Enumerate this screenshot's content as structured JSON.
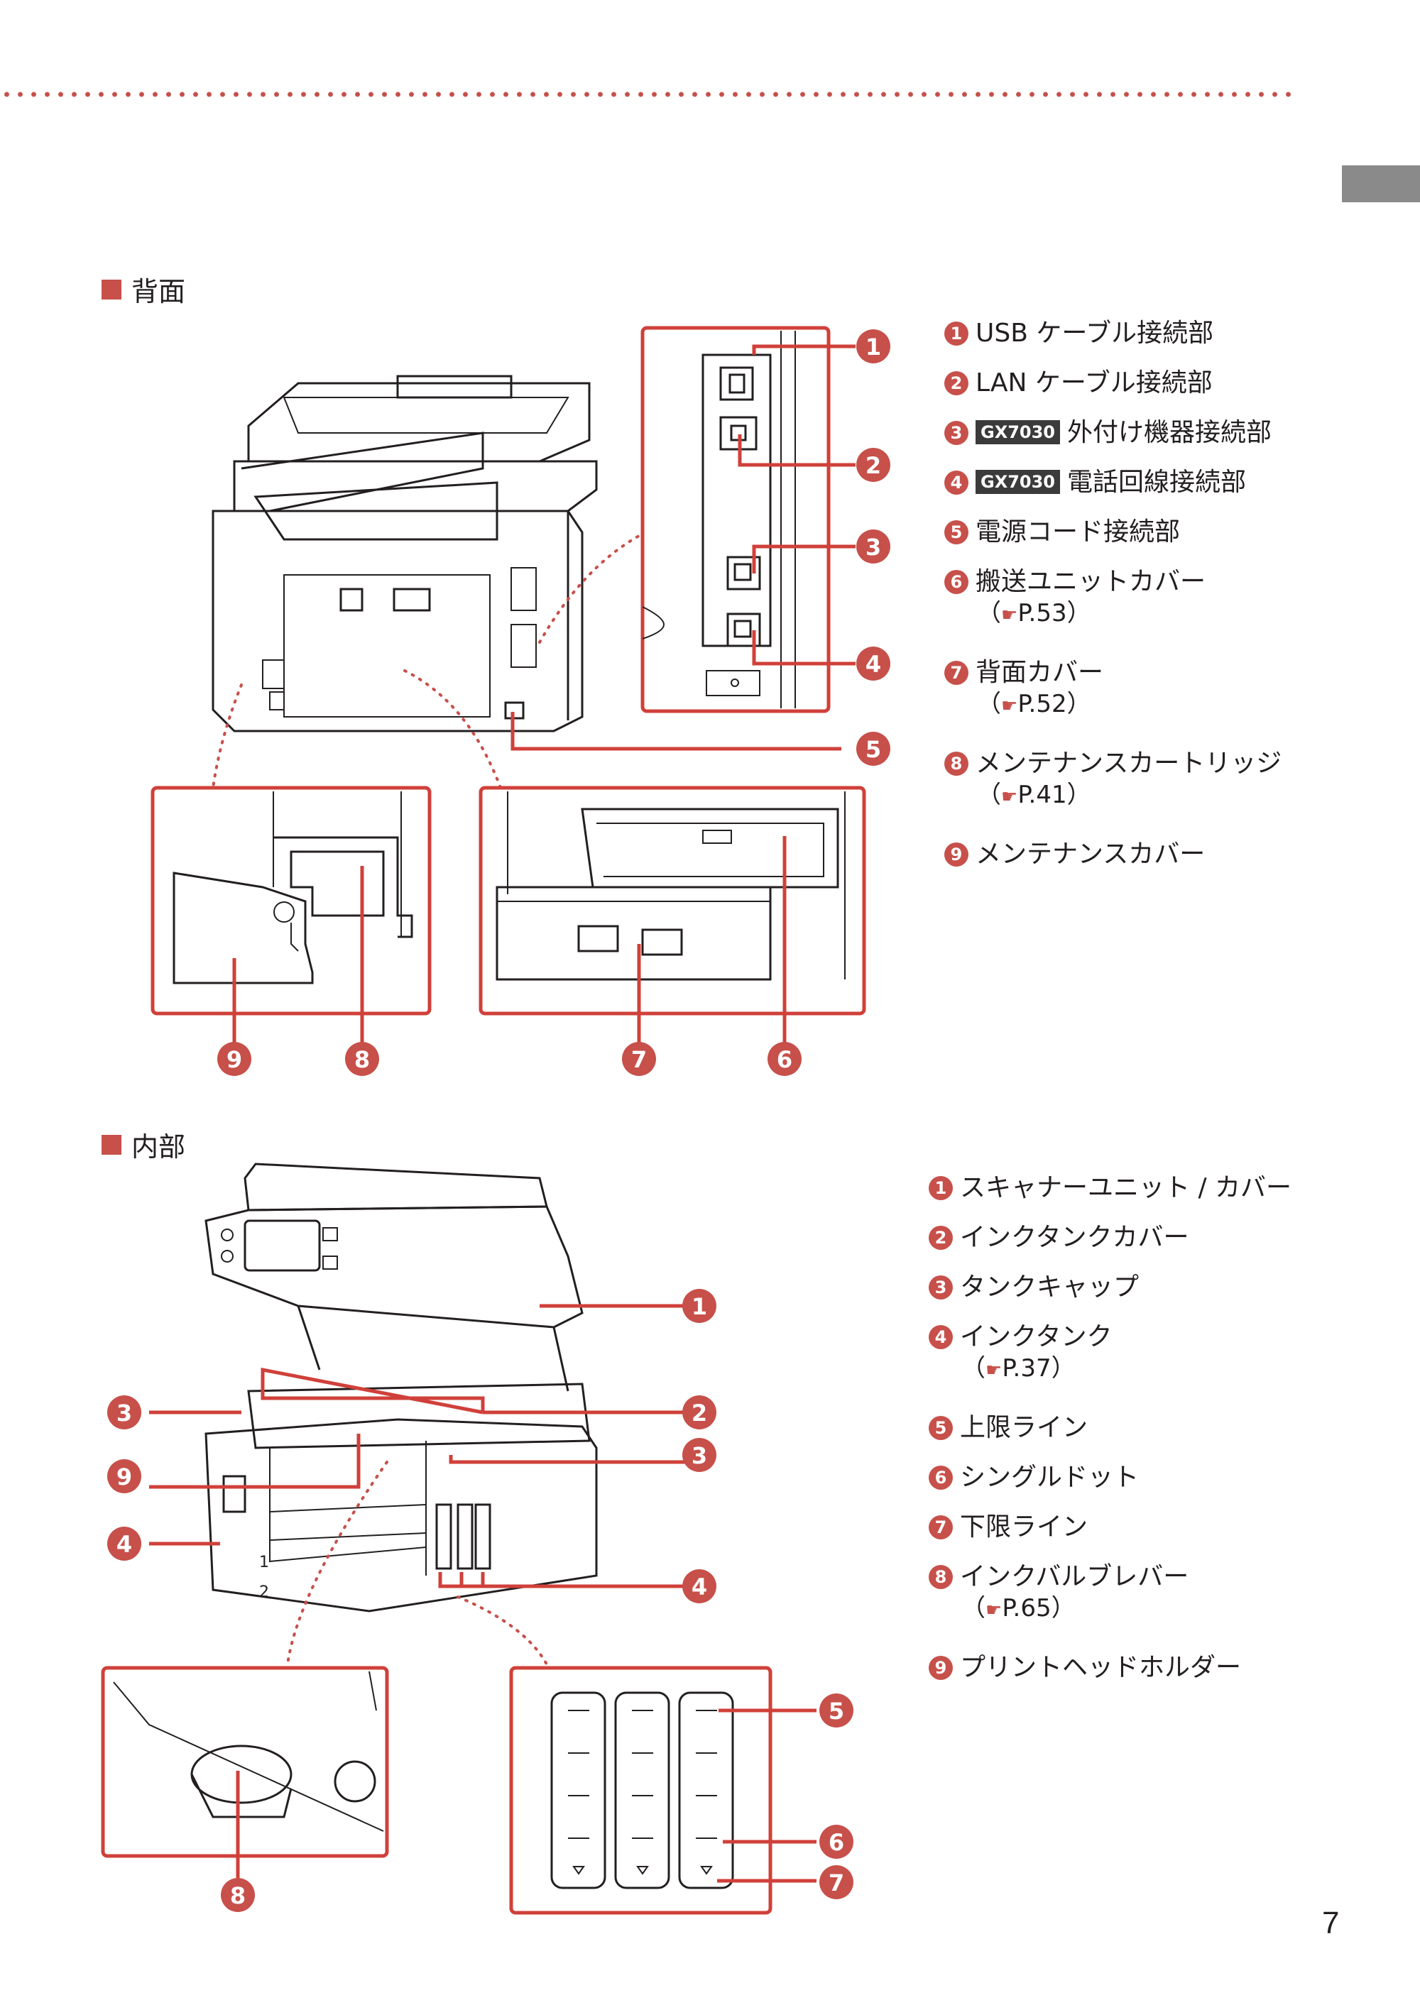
{
  "page": {
    "number": "7"
  },
  "sections": {
    "rear": {
      "heading": "背面",
      "legend": [
        {
          "num": "1",
          "text": "USB ケーブル接続部"
        },
        {
          "num": "2",
          "text": "LAN ケーブル接続部"
        },
        {
          "num": "3",
          "badge": "GX7030",
          "text": "外付け機器接続部"
        },
        {
          "num": "4",
          "badge": "GX7030",
          "text": "電話回線接続部"
        },
        {
          "num": "5",
          "text": "電源コード接続部"
        },
        {
          "num": "6",
          "text": "搬送ユニットカバー",
          "ref": "P.53"
        },
        {
          "num": "7",
          "text": "背面カバー",
          "ref": "P.52"
        },
        {
          "num": "8",
          "text": "メンテナンスカートリッジ",
          "ref": "P.41"
        },
        {
          "num": "9",
          "text": "メンテナンスカバー"
        }
      ]
    },
    "interior": {
      "heading": "内部",
      "legend": [
        {
          "num": "1",
          "text": "スキャナーユニット / カバー"
        },
        {
          "num": "2",
          "text": "インクタンクカバー"
        },
        {
          "num": "3",
          "text": "タンクキャップ"
        },
        {
          "num": "4",
          "text": "インクタンク",
          "ref": "P.37"
        },
        {
          "num": "5",
          "text": "上限ライン"
        },
        {
          "num": "6",
          "text": "シングルドット"
        },
        {
          "num": "7",
          "text": "下限ライン"
        },
        {
          "num": "8",
          "text": "インクバルブレバー",
          "ref": "P.65"
        },
        {
          "num": "9",
          "text": "プリントヘッドホルダー"
        }
      ]
    }
  },
  "figure_labels": {
    "tray1": "1",
    "tray2": "2"
  },
  "icons": {
    "reference": "pointing-hand-icon",
    "bullet": "red-square-icon"
  },
  "colors": {
    "accent": "#c7504a",
    "badge_bg": "#3b3b3b",
    "side_tab": "#8a8a8a"
  }
}
